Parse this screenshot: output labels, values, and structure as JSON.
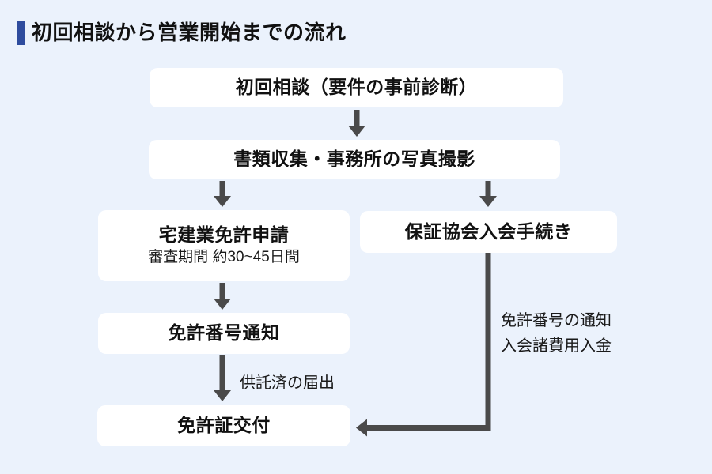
{
  "title": "初回相談から営業開始までの流れ",
  "diagram": {
    "nodes": [
      {
        "id": "initial-consultation",
        "label": "初回相談（要件の事前診断）"
      },
      {
        "id": "document-collection",
        "label": "書類収集・事務所の写真撮影"
      },
      {
        "id": "license-application",
        "label": "宅建業免許申請",
        "sublabel": "審査期間 約30~45日間"
      },
      {
        "id": "guarantee-association",
        "label": "保証協会入会手続き"
      },
      {
        "id": "license-number-notice",
        "label": "免許番号通知"
      },
      {
        "id": "license-issuance",
        "label": "免許証交付"
      }
    ],
    "annotations": [
      {
        "id": "deposit-notification",
        "text": "供託済の届出"
      },
      {
        "id": "association-steps",
        "lines": [
          "免許番号の通知",
          "入会諸費用入金"
        ]
      }
    ]
  },
  "colors": {
    "background": "#ebf2fc",
    "accent_bar": "#2e4c9e",
    "box_background": "#ffffff",
    "arrow": "#4a4a4a",
    "text": "#111111"
  }
}
